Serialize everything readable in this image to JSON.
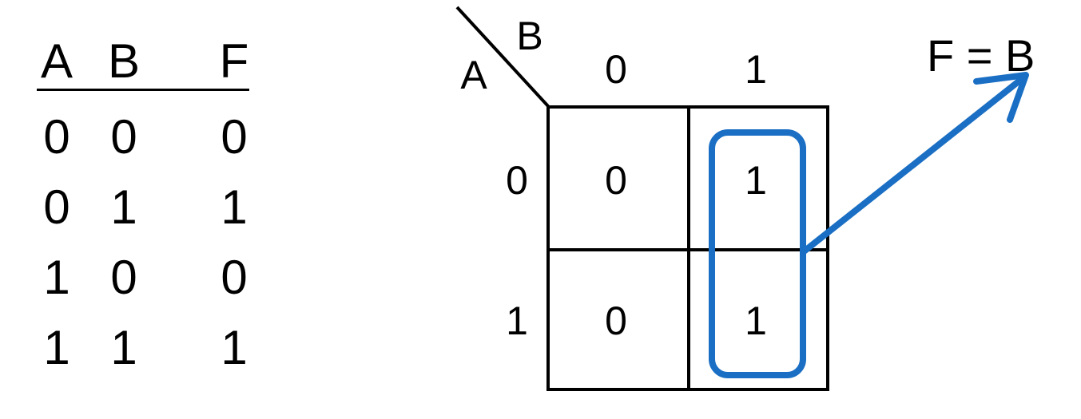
{
  "truth_table": {
    "headers": [
      "A",
      "B",
      "F"
    ],
    "rows": [
      [
        "0",
        "0",
        "0"
      ],
      [
        "0",
        "1",
        "1"
      ],
      [
        "1",
        "0",
        "0"
      ],
      [
        "1",
        "1",
        "1"
      ]
    ]
  },
  "kmap": {
    "row_variable": "A",
    "col_variable": "B",
    "col_labels": [
      "0",
      "1"
    ],
    "row_labels": [
      "0",
      "1"
    ],
    "cells": [
      [
        "0",
        "1"
      ],
      [
        "0",
        "1"
      ]
    ],
    "result": "F = B",
    "group_color": "#1a6fc4"
  }
}
